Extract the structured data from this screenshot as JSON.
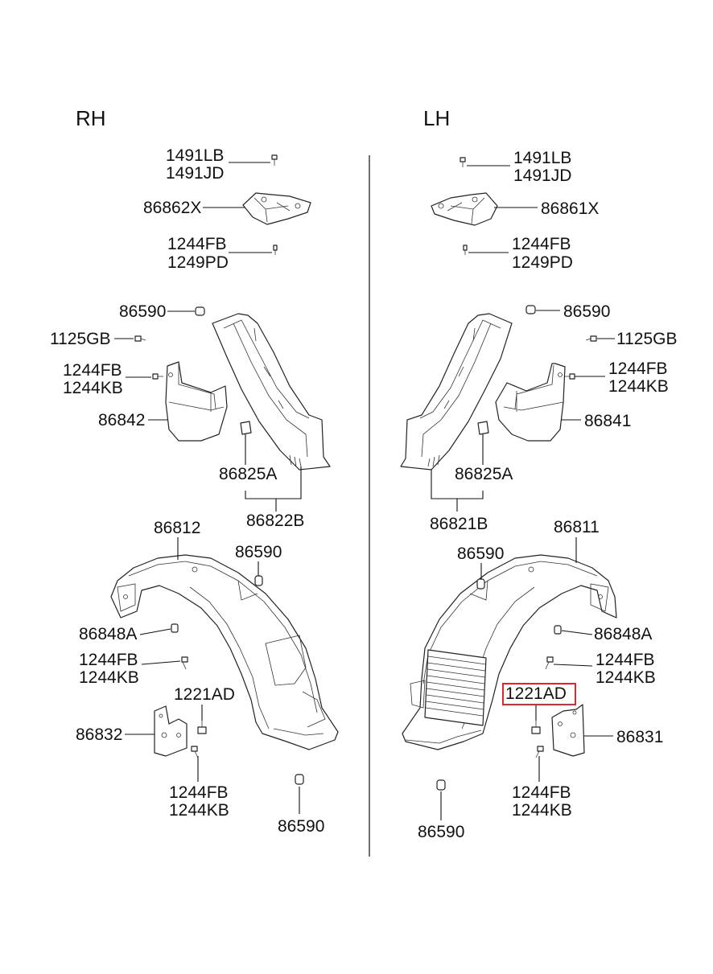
{
  "sides": {
    "right": "RH",
    "left": "LH"
  },
  "highlight_color": "#e0282c",
  "rh_labels": {
    "c1491lb": "1491LB",
    "c1491jd": "1491JD",
    "c86862x": "86862X",
    "c1244fb_top": "1244FB",
    "c1249pd": "1249PD",
    "c86590_a": "86590",
    "c1125gb": "1125GB",
    "c1244fb_mid": "1244FB",
    "c1244kb_mid": "1244KB",
    "c86842": "86842",
    "c86825a": "86825A",
    "c86822b": "86822B",
    "c86812": "86812",
    "c86590_b": "86590",
    "c86848a": "86848A",
    "c1244fb_low": "1244FB",
    "c1244kb_low": "1244KB",
    "c1221ad": "1221AD",
    "c86832": "86832",
    "c1244fb_bot": "1244FB",
    "c1244kb_bot": "1244KB",
    "c86590_c": "86590"
  },
  "lh_labels": {
    "c1491lb": "1491LB",
    "c1491jd": "1491JD",
    "c86861x": "86861X",
    "c1244fb_top": "1244FB",
    "c1249pd": "1249PD",
    "c86590_a": "86590",
    "c1125gb": "1125GB",
    "c1244fb_mid": "1244FB",
    "c1244kb_mid": "1244KB",
    "c86841": "86841",
    "c86825a": "86825A",
    "c86821b": "86821B",
    "c86811": "86811",
    "c86590_b": "86590",
    "c86848a": "86848A",
    "c1244fb_low": "1244FB",
    "c1244kb_low": "1244KB",
    "c1221ad": "1221AD",
    "c86831": "86831",
    "c1244fb_bot": "1244FB",
    "c1244kb_bot": "1244KB",
    "c86590_c": "86590"
  }
}
